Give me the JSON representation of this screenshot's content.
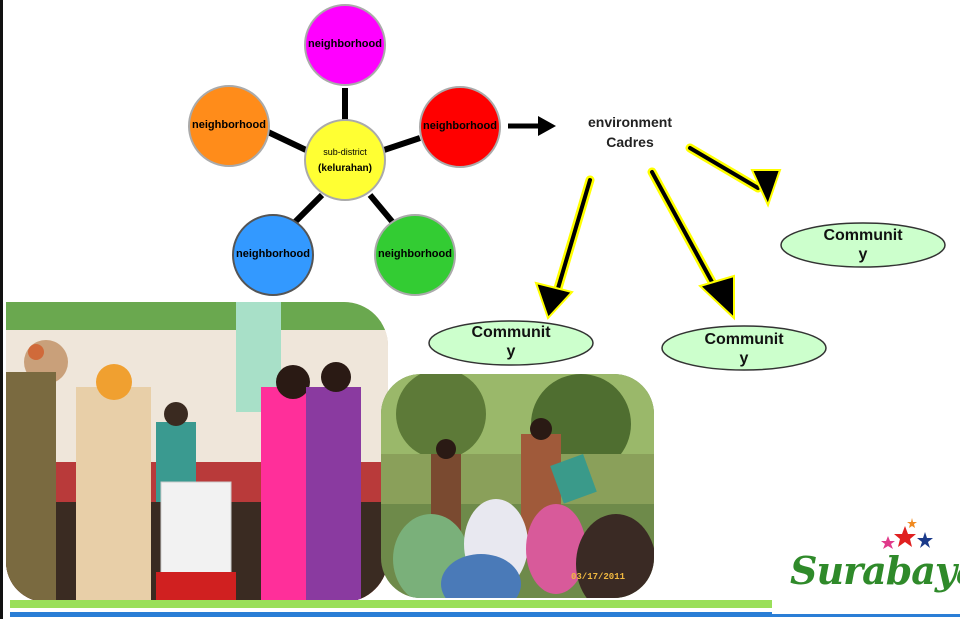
{
  "hub": {
    "line1": "sub-district",
    "line2": "(kelurahan)",
    "color": "#ffff33"
  },
  "neighborhoods": [
    {
      "label": "neighborhood",
      "color": "#ff00ff"
    },
    {
      "label": "neighborhood",
      "color": "#ff0000"
    },
    {
      "label": "neighborhood",
      "color": "#33cc33"
    },
    {
      "label": "neighborhood",
      "color": "#3399ff"
    },
    {
      "label": "neighborhood",
      "color": "#ff8c1a"
    }
  ],
  "cadres": {
    "line1": "environment",
    "line2": "Cadres"
  },
  "communities": [
    {
      "line1": "Communit",
      "line2": "y"
    },
    {
      "line1": "Communit",
      "line2": "y"
    },
    {
      "line1": "Communit",
      "line2": "y"
    }
  ],
  "photos": {
    "right_date": "03/17/2011"
  },
  "logo": {
    "text": "Surabaya"
  },
  "colors": {
    "community_fill": "#ccffcc",
    "arrow_outline": "#ffff00",
    "bar_green": "#9adf5a",
    "bar_blue": "#2a7ed6"
  }
}
